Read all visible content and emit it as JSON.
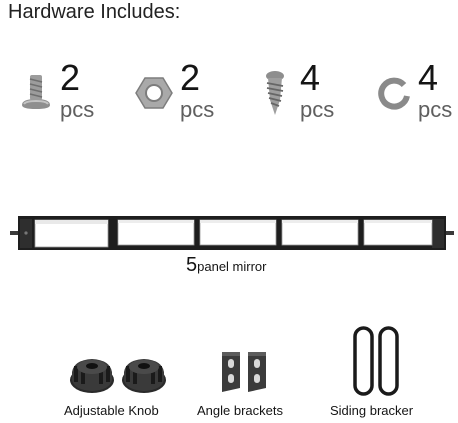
{
  "title": "Hardware Includes:",
  "hardware": [
    {
      "icon": "screw-icon",
      "count": "2",
      "unit": "pcs"
    },
    {
      "icon": "hex-nut-icon",
      "count": "2",
      "unit": "pcs"
    },
    {
      "icon": "wood-screw-icon",
      "count": "4",
      "unit": "pcs"
    },
    {
      "icon": "ring-washer-icon",
      "count": "4",
      "unit": "pcs"
    }
  ],
  "mirror": {
    "count": "5",
    "label": "panel mirror",
    "panels": 5
  },
  "parts": [
    {
      "icon": "adjustable-knob-icon",
      "label": "Adjustable Knob"
    },
    {
      "icon": "angle-bracket-icon",
      "label": "Angle brackets"
    },
    {
      "icon": "siding-bracket-icon",
      "label": "Siding bracker"
    }
  ],
  "colors": {
    "text": "#151515",
    "unit_text": "#5f5f5f",
    "metal": "#9a9a9a",
    "frame": "#1e1e1e",
    "glass": "#ffffff"
  }
}
